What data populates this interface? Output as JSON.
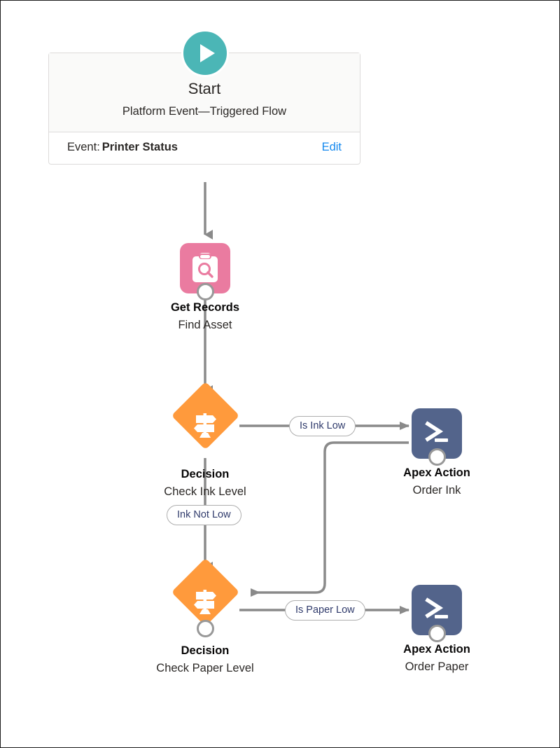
{
  "diagram": {
    "title": "Salesforce Flow Builder canvas",
    "colors": {
      "start_teal": "#4bb6b6",
      "get_records_pink": "#ea7ba0",
      "decision_orange": "#ff9a3c",
      "apex_slate": "#53648b",
      "connector_gray": "#8a8a8a",
      "link_blue": "#1589ee",
      "pill_text": "#2f3a6b"
    }
  },
  "start": {
    "play_icon": "play-icon",
    "title": "Start",
    "subtitle": "Platform Event—Triggered Flow",
    "event_label": "Event:",
    "event_value": "Printer Status",
    "edit_label": "Edit"
  },
  "nodes": [
    {
      "id": "get-records",
      "icon": "clipboard-search-icon",
      "type_label": "Get Records",
      "name": "Find Asset"
    },
    {
      "id": "decision-ink",
      "icon": "signpost-icon",
      "type_label": "Decision",
      "name": "Check Ink Level"
    },
    {
      "id": "apex-order-ink",
      "icon": "terminal-icon",
      "type_label": "Apex Action",
      "name": "Order Ink"
    },
    {
      "id": "decision-paper",
      "icon": "signpost-icon",
      "type_label": "Decision",
      "name": "Check Paper Level"
    },
    {
      "id": "apex-order-paper",
      "icon": "terminal-icon",
      "type_label": "Apex Action",
      "name": "Order Paper"
    }
  ],
  "connector_labels": [
    {
      "id": "is-ink-low",
      "text": "Is Ink Low"
    },
    {
      "id": "ink-not-low",
      "text": "Ink Not Low"
    },
    {
      "id": "is-paper-low",
      "text": "Is Paper Low"
    }
  ]
}
